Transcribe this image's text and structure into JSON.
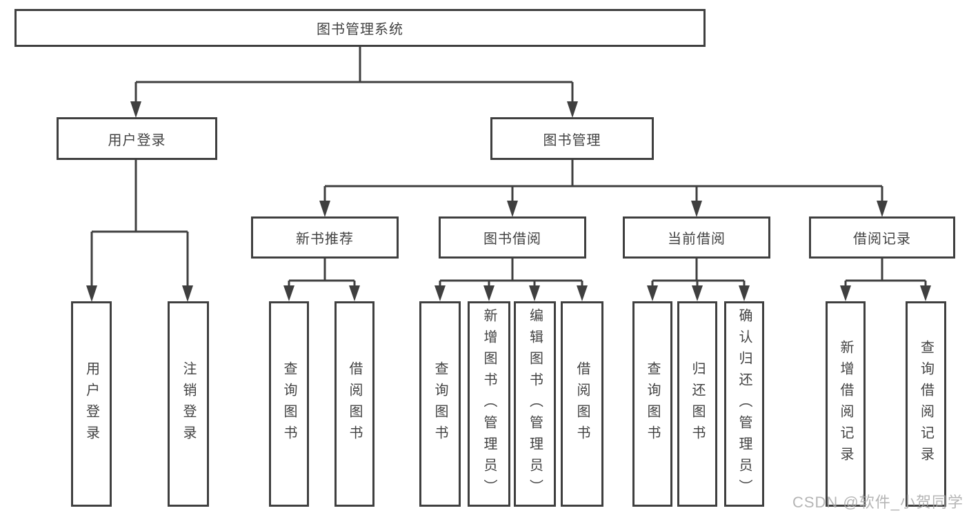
{
  "tree": {
    "root": {
      "label": "图书管理系统"
    },
    "branches": [
      {
        "label": "用户登录",
        "children": [
          {
            "label": "用户登录"
          },
          {
            "label": "注销登录"
          }
        ]
      },
      {
        "label": "图书管理",
        "children": [
          {
            "label": "新书推荐",
            "children": [
              {
                "label": "查询图书"
              },
              {
                "label": "借阅图书"
              }
            ]
          },
          {
            "label": "图书借阅",
            "children": [
              {
                "label": "查询图书"
              },
              {
                "label": "新增图书（管理员）"
              },
              {
                "label": "编辑图书（管理员）"
              },
              {
                "label": "借阅图书"
              }
            ]
          },
          {
            "label": "当前借阅",
            "children": [
              {
                "label": "查询图书"
              },
              {
                "label": "归还图书"
              },
              {
                "label": "确认归还（管理员）"
              }
            ]
          },
          {
            "label": "借阅记录",
            "children": [
              {
                "label": "新增借阅记录"
              },
              {
                "label": "查询借阅记录"
              }
            ]
          }
        ]
      }
    ]
  },
  "watermark": {
    "text": "CSDN @软件_小贺同学"
  },
  "colors": {
    "line": "#3f3f3f",
    "text": "#424242",
    "background": "#ffffff",
    "watermark": "#a8a8a8"
  }
}
